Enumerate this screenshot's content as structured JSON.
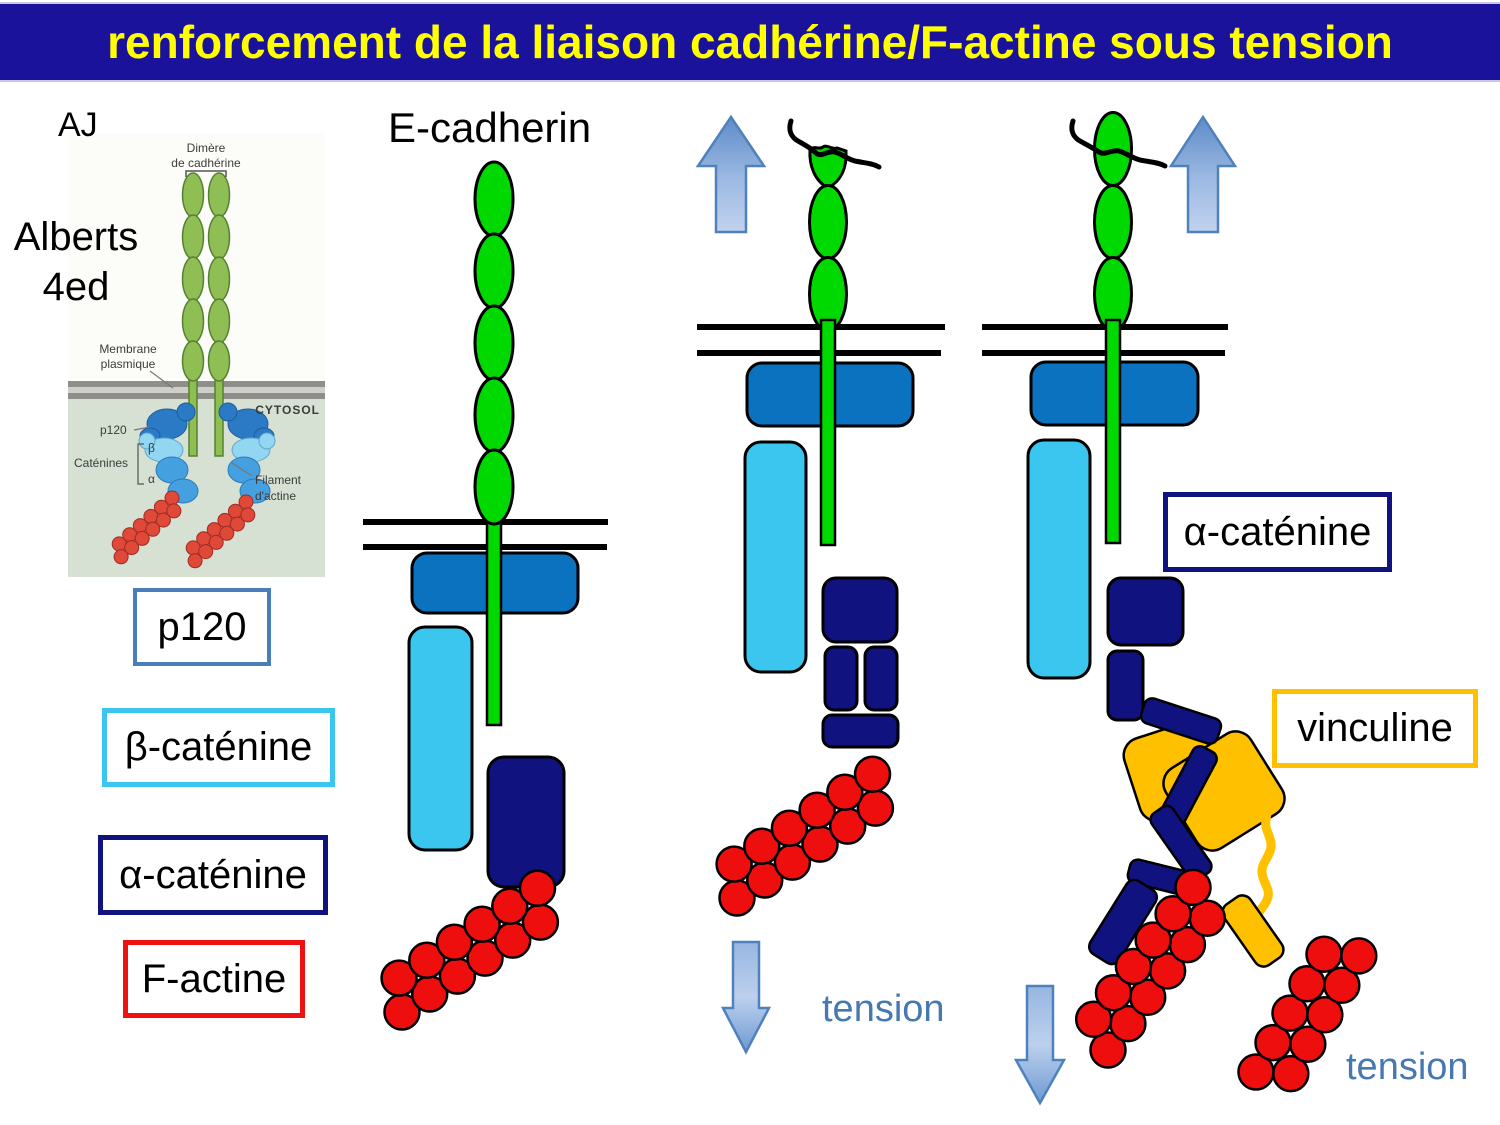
{
  "title": "renforcement de la liaison cadhérine/F-actine sous tension",
  "labels": {
    "aj": "AJ",
    "alberts": "Alberts",
    "alberts_ed": "4ed",
    "e_cadherin": "E-cadherin",
    "tension_mid": "tension",
    "tension_right": "tension"
  },
  "legend_boxes": [
    {
      "id": "p120",
      "label": "p120",
      "border_color": "#4A7EBB"
    },
    {
      "id": "beta-catenine",
      "label": "β-caténine",
      "border_color": "#3BC6EF"
    },
    {
      "id": "alpha-catenine",
      "label": "α-caténine",
      "border_color": "#10127F"
    },
    {
      "id": "f-actine",
      "label": "F-actine",
      "border_color": "#EE1111"
    }
  ],
  "callout_boxes": [
    {
      "id": "alpha-catenine",
      "label": "α-caténine",
      "border_color": "#10127F"
    },
    {
      "id": "vinculine",
      "label": "vinculine",
      "border_color": "#FFC000"
    }
  ],
  "textbook_figure": {
    "dimere_line1": "Dimère",
    "dimere_line2": "de cadhérine",
    "membrane_line1": "Membrane",
    "membrane_line2": "plasmique",
    "cytosol": "CYTOSOL",
    "p120": "p120",
    "catenines": "Caténines",
    "beta": "β",
    "alpha": "α",
    "filament_line1": "Filament",
    "filament_line2": "d'actine"
  },
  "colors": {
    "title_bg": "#1B129B",
    "title_text": "#FFFF00",
    "cadherin_green": "#00D900",
    "textbook_green": "#8FBE55",
    "p120_blue": "#0B72C0",
    "beta_catenin_cyan": "#3BC6EF",
    "alpha_catenin_navy": "#10127F",
    "f_actin_red": "#EE0E0E",
    "vinculin_gold": "#FFC000",
    "tension_text": "#4678B2",
    "arrow_border": "#4F81BD"
  }
}
